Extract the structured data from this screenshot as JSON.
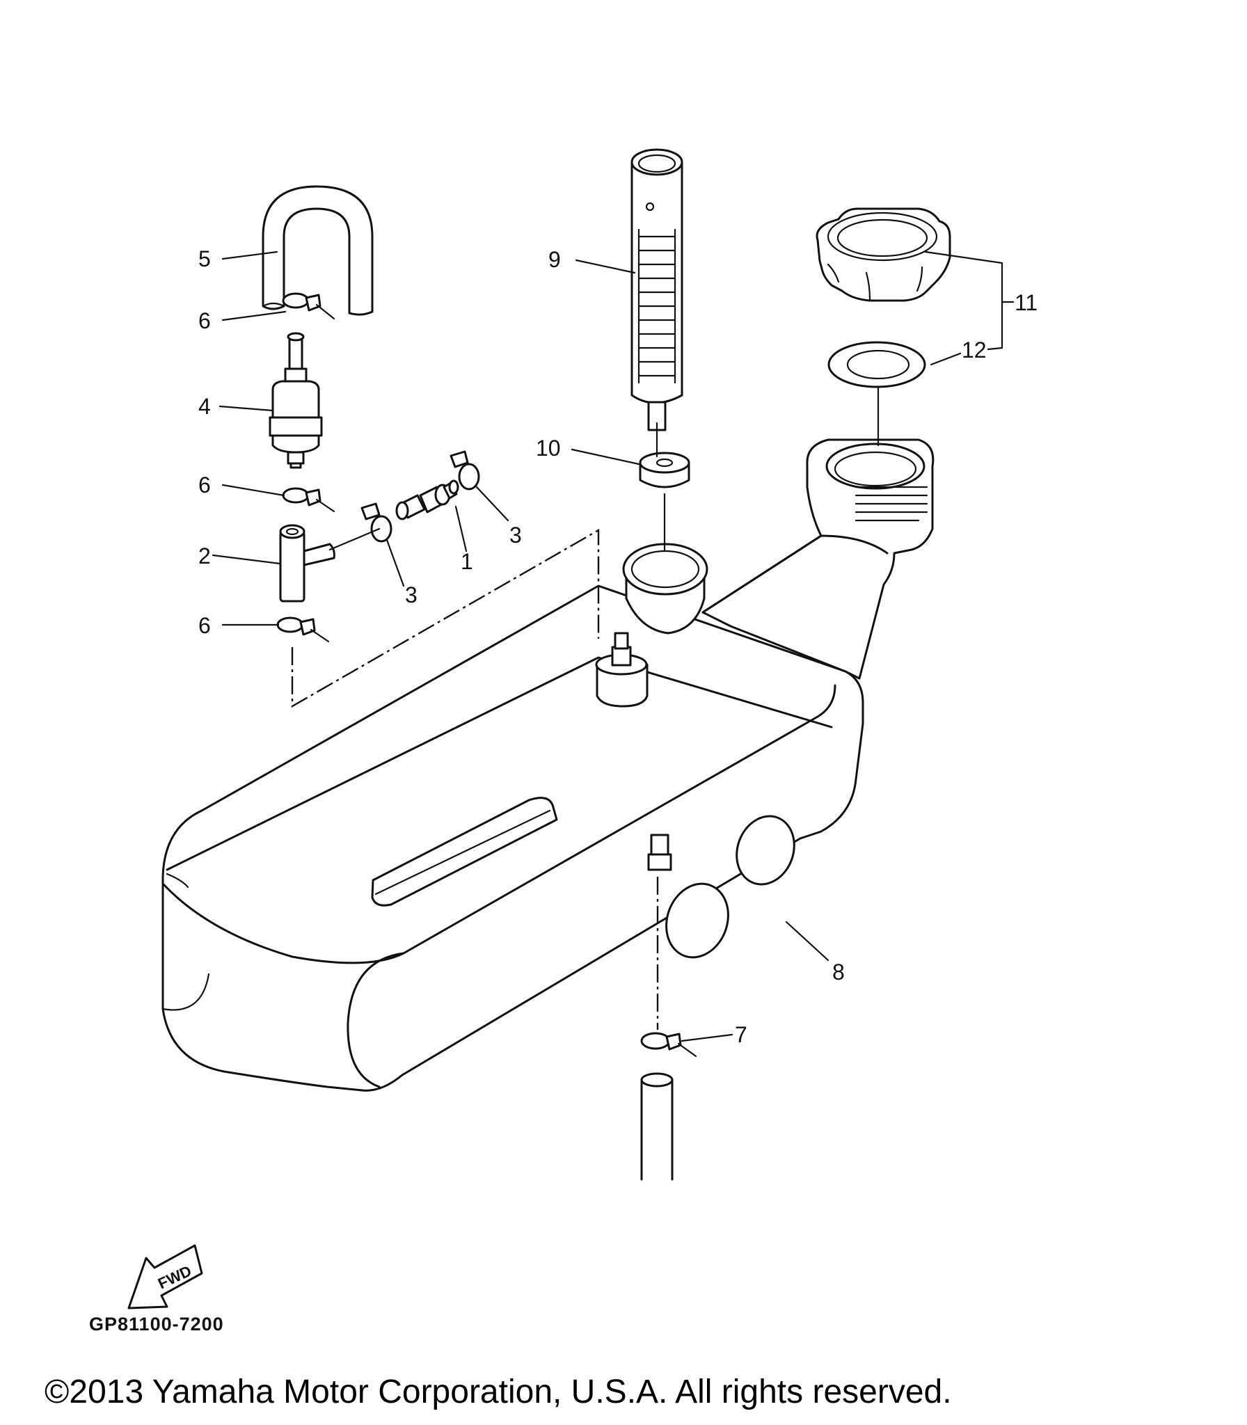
{
  "diagram_code": "GP81100-7200",
  "copyright": "©2013 Yamaha Motor Corporation, U.S.A. All rights reserved.",
  "fwd_label": "FWD",
  "callouts": {
    "c1": "1",
    "c2": "2",
    "c3a": "3",
    "c3b": "3",
    "c4": "4",
    "c5": "5",
    "c6a": "6",
    "c6b": "6",
    "c6c": "6",
    "c7": "7",
    "c8": "8",
    "c9": "9",
    "c10": "10",
    "c11": "11",
    "c12": "12"
  },
  "icons": {
    "fwd_arrow": "fwd-arrow-icon"
  }
}
